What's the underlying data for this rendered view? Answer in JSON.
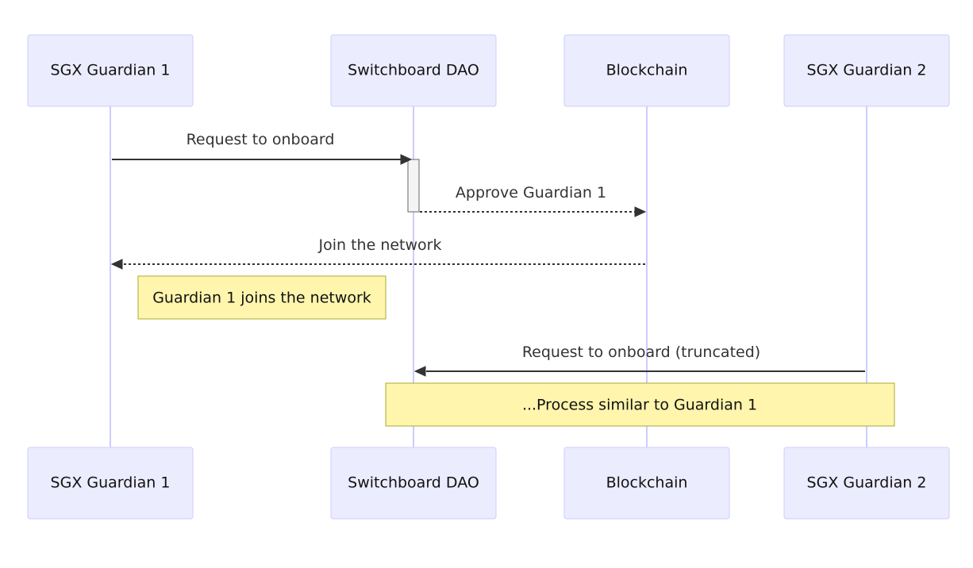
{
  "participants": [
    {
      "label": "SGX Guardian 1"
    },
    {
      "label": "Switchboard DAO"
    },
    {
      "label": "Blockchain"
    },
    {
      "label": "SGX Guardian 2"
    }
  ],
  "messages": [
    {
      "from": 0,
      "to": 1,
      "label": "Request to onboard",
      "style": "solid"
    },
    {
      "from": 1,
      "to": 2,
      "label": "Approve Guardian 1",
      "style": "dashed"
    },
    {
      "from": 2,
      "to": 0,
      "label": "Join the network",
      "style": "dashed"
    },
    {
      "from": 3,
      "to": 1,
      "label": "Request to onboard (truncated)",
      "style": "solid"
    }
  ],
  "notes": [
    {
      "label": "Guardian 1 joins the network",
      "over": [
        0
      ]
    },
    {
      "label": "...Process similar to Guardian 1",
      "over": [
        1,
        3
      ]
    }
  ],
  "activations": [
    {
      "participant": 1,
      "from_message": 0,
      "to_message": 1
    }
  ],
  "colors": {
    "actor_fill": "#ECECFF",
    "actor_stroke": "#CCCCFF",
    "lifeline": "#CCCCFF",
    "message": "#333333",
    "note_fill": "#FFF5AD",
    "note_stroke": "#AAAA33",
    "activation_fill": "#F4F4F4"
  }
}
